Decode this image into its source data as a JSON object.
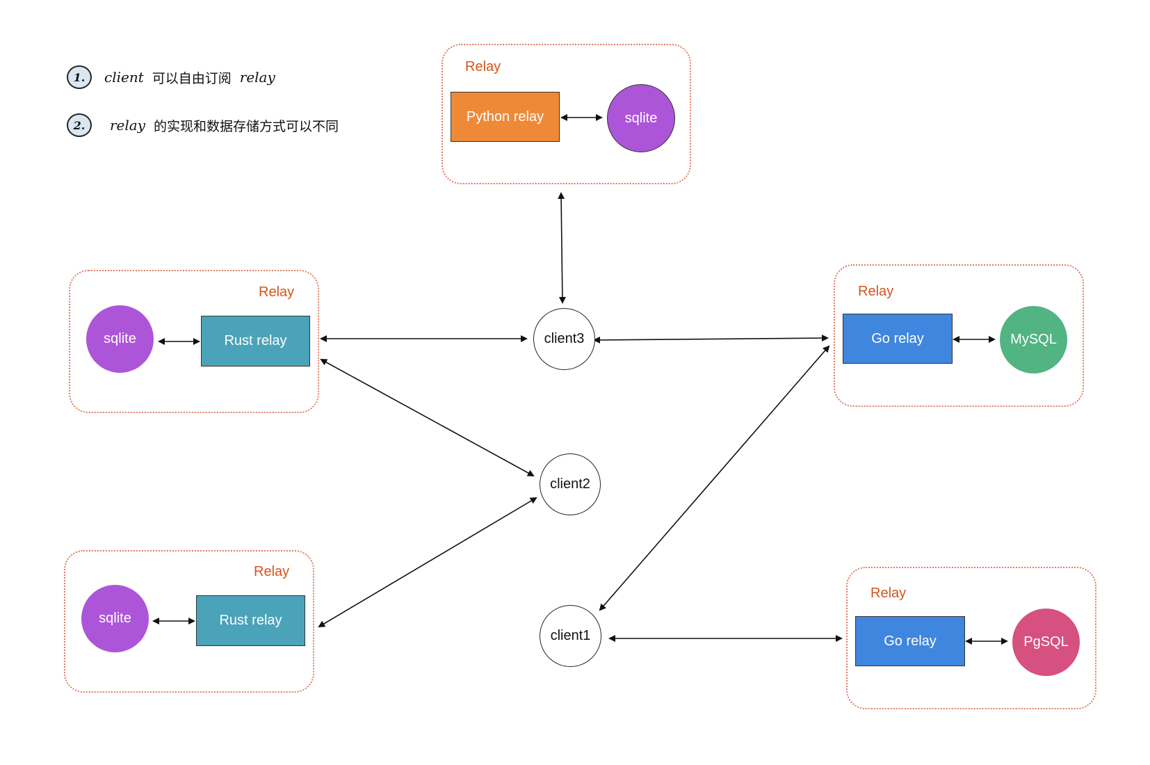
{
  "colors": {
    "group_border": "#e07a5f",
    "group_label": "#d4541a",
    "python_relay": "#ee8a37",
    "rust_relay": "#4aa3b9",
    "go_relay": "#3f86de",
    "sqlite": "#ad55d8",
    "mysql": "#52b383",
    "pgsql": "#d6517f",
    "client_border": "#222222",
    "arrow": "#111111"
  },
  "notes": [
    {
      "number": "1.",
      "code": "client",
      "text": "可以自由订阅",
      "code2": "relay"
    },
    {
      "number": "2.",
      "code": "relay",
      "text": "的实现和数据存储方式可以不同",
      "code2": ""
    }
  ],
  "groups": {
    "python": {
      "label": "Relay",
      "relay": "Python relay",
      "db": "sqlite"
    },
    "rust_top": {
      "label": "Relay",
      "relay": "Rust relay",
      "db": "sqlite"
    },
    "rust_bottom": {
      "label": "Relay",
      "relay": "Rust relay",
      "db": "sqlite"
    },
    "go_mysql": {
      "label": "Relay",
      "relay": "Go relay",
      "db": "MySQL"
    },
    "go_pgsql": {
      "label": "Relay",
      "relay": "Go relay",
      "db": "PgSQL"
    }
  },
  "clients": {
    "client1": "client1",
    "client2": "client2",
    "client3": "client3"
  }
}
